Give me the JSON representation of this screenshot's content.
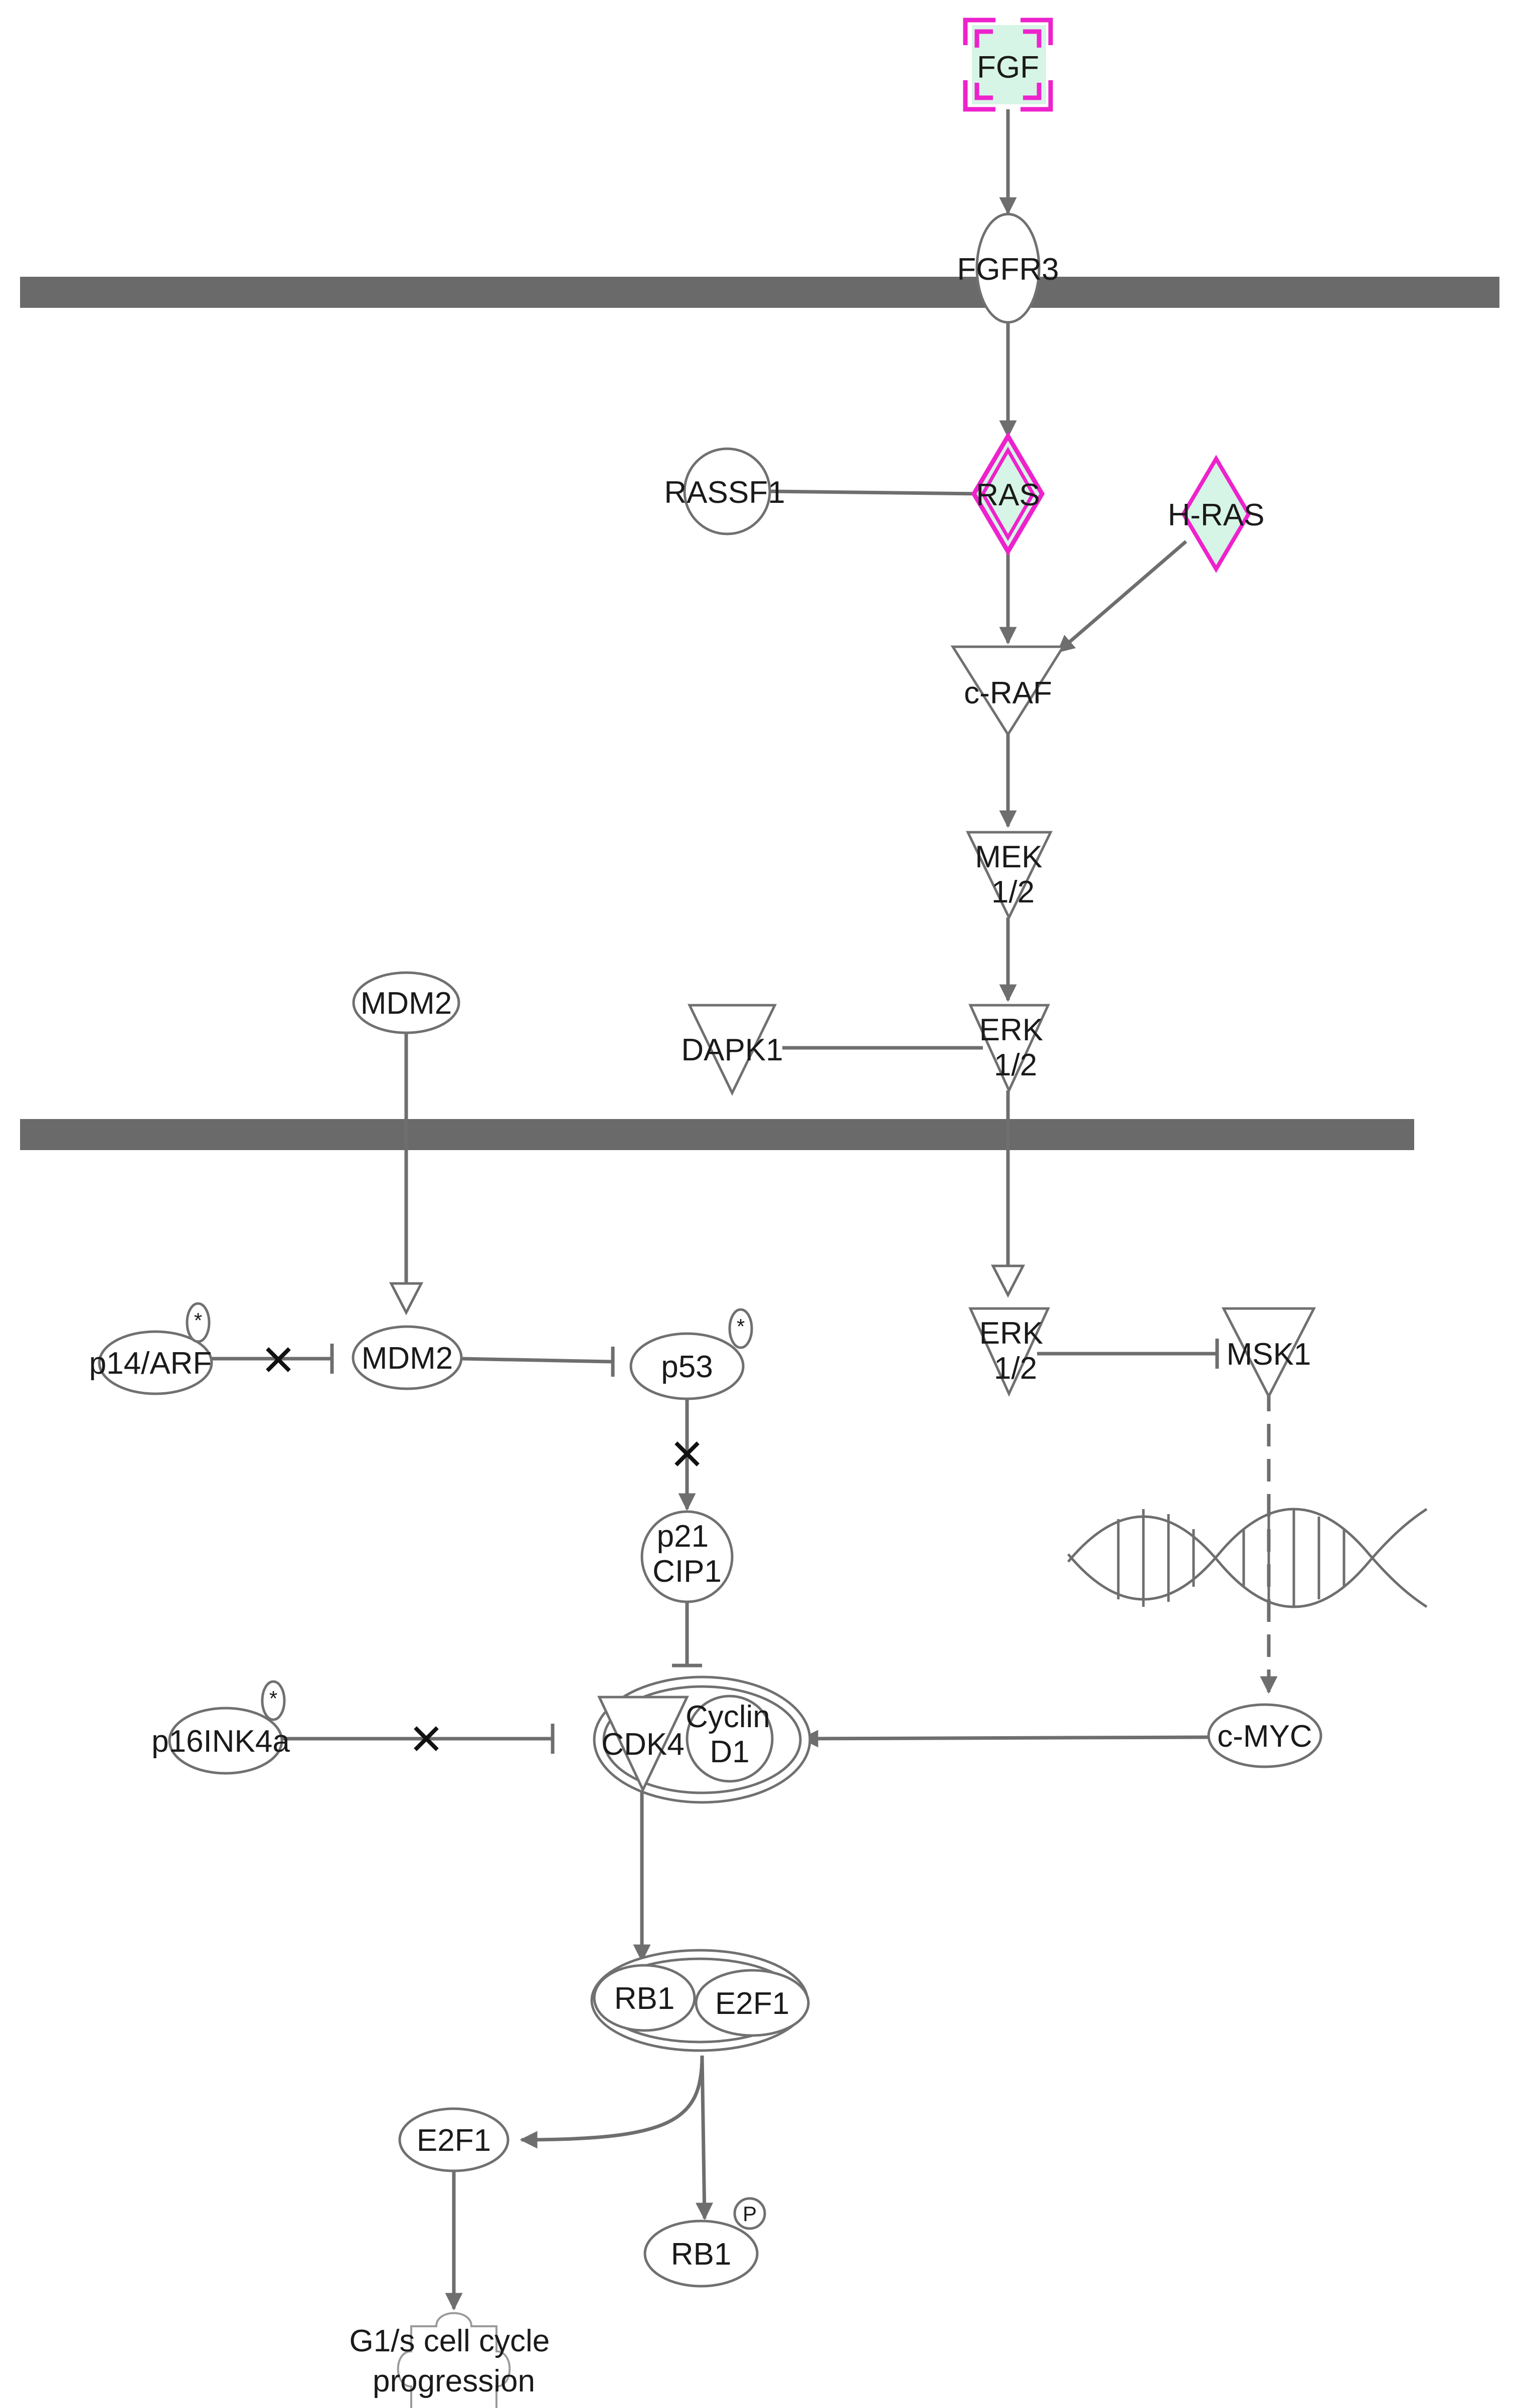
{
  "colors": {
    "line": "#6e6e6e",
    "node_stroke": "#707070",
    "highlight_stroke": "#ee22cc",
    "highlight_fill": "#d6f5e6",
    "membrane": "#6a6a6a",
    "text": "#1a1a1a"
  },
  "nodes": {
    "fgf": {
      "label": "FGF",
      "shape": "square-dashed",
      "highlighted": true
    },
    "fgfr3": {
      "label": "FGFR3",
      "shape": "ellipse"
    },
    "rassf1": {
      "label": "RASSF1",
      "shape": "circle"
    },
    "ras": {
      "label": "RAS",
      "shape": "diamond",
      "highlighted": true
    },
    "hras": {
      "label": "H-RAS",
      "shape": "diamond",
      "highlighted": true
    },
    "craf": {
      "label": "c-RAF",
      "shape": "triangle"
    },
    "mek": {
      "label": [
        "MEK",
        "1/2"
      ],
      "shape": "triangle"
    },
    "mdm2_top": {
      "label": "MDM2",
      "shape": "ellipse"
    },
    "dapk1": {
      "label": "DAPK1",
      "shape": "triangle"
    },
    "erk_top": {
      "label": [
        "ERK",
        "1/2"
      ],
      "shape": "triangle"
    },
    "p14arf": {
      "label": "p14/ARF",
      "shape": "ellipse",
      "badge": "*"
    },
    "mdm2": {
      "label": "MDM2",
      "shape": "ellipse"
    },
    "p53": {
      "label": "p53",
      "shape": "ellipse",
      "badge": "*"
    },
    "erk": {
      "label": [
        "ERK",
        "1/2"
      ],
      "shape": "triangle"
    },
    "msk1": {
      "label": "MSK1",
      "shape": "triangle"
    },
    "p21": {
      "label": [
        "p21",
        "CIP1"
      ],
      "shape": "circle"
    },
    "p16": {
      "label": "p16INK4a",
      "shape": "ellipse",
      "badge": "*"
    },
    "cdk4": {
      "label": "CDK4",
      "shape": "triangle"
    },
    "cyclind1": {
      "label": [
        "Cyclin",
        "D1"
      ],
      "shape": "circle"
    },
    "cmyc": {
      "label": "c-MYC",
      "shape": "ellipse"
    },
    "rb1_cx": {
      "label": "RB1",
      "shape": "ellipse"
    },
    "e2f1_cx": {
      "label": "E2F1",
      "shape": "ellipse"
    },
    "e2f1": {
      "label": "E2F1",
      "shape": "ellipse"
    },
    "rb1": {
      "label": "RB1",
      "shape": "ellipse",
      "badge": "P"
    },
    "g1s": {
      "label": [
        "G1/s cell cycle",
        "progression"
      ],
      "shape": "puzzle"
    }
  },
  "edges": [
    {
      "from": "FGF",
      "to": "FGFR3",
      "type": "activation"
    },
    {
      "from": "FGFR3",
      "to": "RAS",
      "type": "activation"
    },
    {
      "from": "RASSF1",
      "to": "RAS",
      "type": "interaction"
    },
    {
      "from": "RAS",
      "to": "c-RAF",
      "type": "activation"
    },
    {
      "from": "H-RAS",
      "to": "c-RAF",
      "type": "activation"
    },
    {
      "from": "c-RAF",
      "to": "MEK 1/2",
      "type": "activation"
    },
    {
      "from": "MEK 1/2",
      "to": "ERK 1/2",
      "type": "activation"
    },
    {
      "from": "DAPK1",
      "to": "ERK 1/2",
      "type": "interaction"
    },
    {
      "from": "MDM2",
      "to": "MDM2",
      "type": "translocation"
    },
    {
      "from": "ERK 1/2",
      "to": "ERK 1/2",
      "type": "translocation"
    },
    {
      "from": "p14/ARF",
      "to": "MDM2",
      "type": "inhibition",
      "blocked": true
    },
    {
      "from": "MDM2",
      "to": "p53",
      "type": "inhibition"
    },
    {
      "from": "ERK 1/2",
      "to": "MSK1",
      "type": "inhibition"
    },
    {
      "from": "p53",
      "to": "p21 CIP1",
      "type": "activation",
      "blocked": true
    },
    {
      "from": "p21 CIP1",
      "to": "CDK4 / Cyclin D1",
      "type": "inhibition"
    },
    {
      "from": "MSK1",
      "to": "c-MYC",
      "type": "expression"
    },
    {
      "from": "p16INK4a",
      "to": "CDK4 / Cyclin D1",
      "type": "inhibition",
      "blocked": true
    },
    {
      "from": "c-MYC",
      "to": "CDK4 / Cyclin D1",
      "type": "activation"
    },
    {
      "from": "CDK4 / Cyclin D1",
      "to": "RB1 / E2F1",
      "type": "activation"
    },
    {
      "from": "RB1 / E2F1",
      "to": "E2F1",
      "type": "activation"
    },
    {
      "from": "RB1 / E2F1",
      "to": "RB1",
      "type": "activation"
    },
    {
      "from": "E2F1",
      "to": "G1/s cell cycle progression",
      "type": "activation"
    }
  ],
  "symbols": {
    "blocked_marker": "×",
    "dna_icon": "dna-helix"
  }
}
